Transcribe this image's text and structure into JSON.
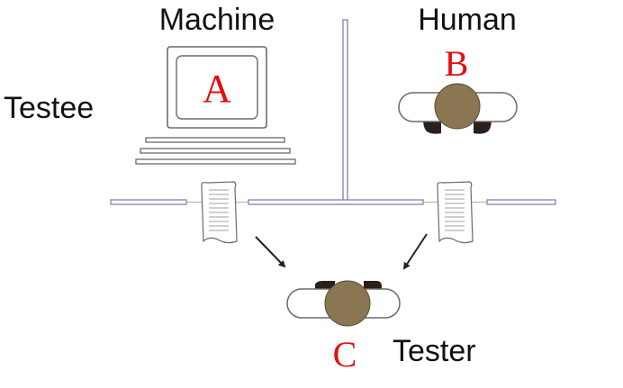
{
  "labels": {
    "machine": "Machine",
    "human": "Human",
    "testee": "Testee",
    "tester": "Tester"
  },
  "letters": {
    "machine": "A",
    "human": "B",
    "tester": "C"
  },
  "colors": {
    "letter": "#e01010",
    "wall": "#8a8ab4",
    "head": "#8a7652",
    "shoulder": "#2a1f1a",
    "text": "#111111",
    "outline": "#6a6a6a"
  }
}
